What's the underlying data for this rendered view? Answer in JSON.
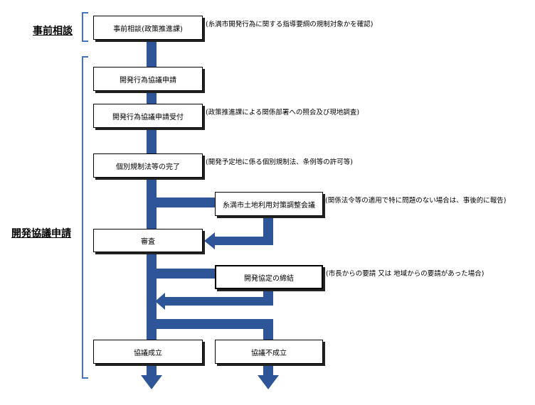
{
  "phases": {
    "pre": "事前相談",
    "main": "開発協議申請"
  },
  "boxes": {
    "pre_consult": "事前相談(政策推進課)",
    "apply": "開発行為協議申請",
    "accept": "開発行為協議申請受付",
    "permits": "個別規制法等の完了",
    "council": "糸満市土地利用対策調整会議",
    "review": "審査",
    "agreement": "開発協定の締結",
    "approved": "協議成立",
    "rejected": "協議不成立"
  },
  "notes": {
    "pre_consult": "(糸満市開発行為に関する指導要綱の規制対象かを確認)",
    "accept": "(政策推進課による関係部署への照会及び現地調査)",
    "permits": "(開発予定地に係る個別規制法、条例等の許可等)",
    "council": "(関係法令等の適用で特に問題のない場合は、事後的に報告)",
    "agreement": "(市長からの要請 又は 地域からの要請があった場合)"
  },
  "colors": {
    "arrow": "#2e5597",
    "bracket": "#4472c4"
  }
}
